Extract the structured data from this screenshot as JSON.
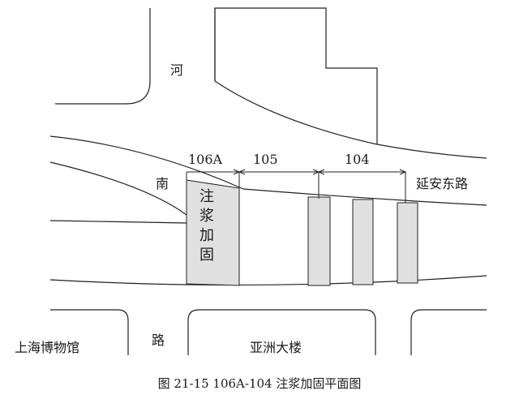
{
  "labels": {
    "river_char": "河",
    "nan_char": "南",
    "road_char": "路",
    "road_yanan": "延安东路",
    "grout_label": [
      "注",
      "浆",
      "加",
      "固"
    ],
    "bldg_shanghai": "上海博物馆",
    "bldg_yazhou": "亚洲大楼"
  },
  "segments": [
    {
      "label": "106A"
    },
    {
      "label": "105"
    },
    {
      "label": "104"
    }
  ],
  "caption": "图 21-15 106A-104 注浆加固平面图"
}
